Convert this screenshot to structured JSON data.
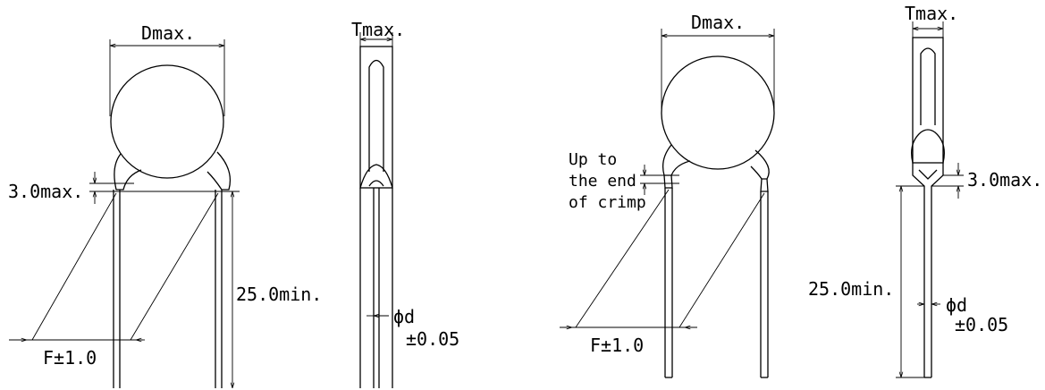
{
  "left_drawing": {
    "dmax": "Dmax.",
    "tmax": "Tmax.",
    "three_max": "3.0max.",
    "twenty_five_min": "25.0min.",
    "phi_d": "ϕd",
    "tol_005": "±0.05",
    "f_tol": "F±1.0"
  },
  "right_drawing": {
    "dmax": "Dmax.",
    "tmax": "Tmax.",
    "crimp_note": [
      "Up to",
      "the end",
      "of crimp"
    ],
    "three_max": "3.0max.",
    "twenty_five_min": "25.0min.",
    "phi_d": "ϕd",
    "tol_005": "±0.05",
    "f_tol": "F±1.0"
  }
}
